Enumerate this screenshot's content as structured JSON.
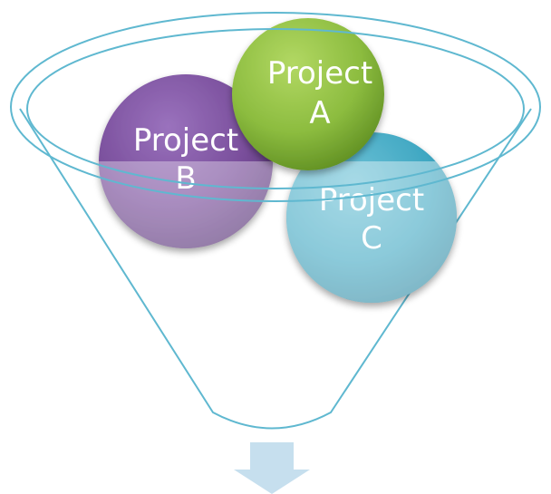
{
  "diagram": {
    "colors": {
      "funnel_outline": "#5fb8d0",
      "project_a": "#8cbc3f",
      "project_b": "#7a4f9c",
      "project_c": "#3fa7c2",
      "output_arrow": "#c6dfee",
      "label_text": "#ffffff"
    },
    "projects": [
      {
        "id": "A",
        "line1": "Project",
        "line2": "A"
      },
      {
        "id": "B",
        "line1": "Project",
        "line2": "B"
      },
      {
        "id": "C",
        "line1": "Project",
        "line2": "C"
      }
    ]
  }
}
